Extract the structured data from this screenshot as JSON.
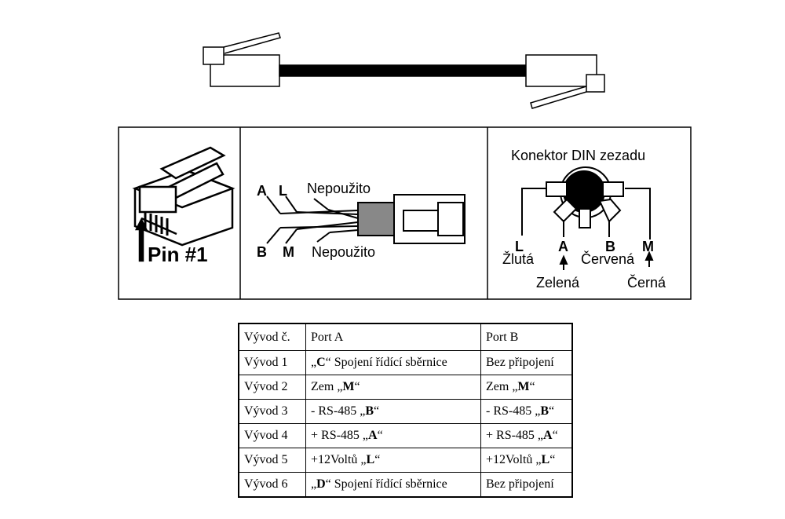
{
  "middle_panel": {
    "wire_labels": {
      "a": "A",
      "l": "L",
      "b": "B",
      "m": "M"
    },
    "unused_top": "Nepoužito",
    "unused_bottom": "Nepoužito"
  },
  "left_panel": {
    "pin_label": "Pin #1"
  },
  "right_panel": {
    "title": "Konektor DIN zezadu",
    "pins": {
      "l": {
        "letter": "L",
        "color": "Žlutá"
      },
      "a": {
        "letter": "A",
        "color": "Zelená"
      },
      "b": {
        "letter": "B",
        "color": "Červená"
      },
      "m": {
        "letter": "M",
        "color": "Černá"
      }
    }
  },
  "table": {
    "headers": [
      "Vývod č.",
      "Port A",
      "Port B"
    ],
    "rows": [
      {
        "pin": "Vývod 1",
        "a_pre": "„",
        "a_bold": "C",
        "a_post": "“ Spojení řídící sběrnice",
        "b_pre": "Bez připojení",
        "b_bold": "",
        "b_post": ""
      },
      {
        "pin": "Vývod 2",
        "a_pre": "Zem „",
        "a_bold": "M",
        "a_post": "“",
        "b_pre": "Zem „",
        "b_bold": "M",
        "b_post": "“"
      },
      {
        "pin": "Vývod 3",
        "a_pre": "- RS-485 „",
        "a_bold": "B",
        "a_post": "“",
        "b_pre": "- RS-485 „",
        "b_bold": "B",
        "b_post": "“"
      },
      {
        "pin": "Vývod 4",
        "a_pre": "+ RS-485 „",
        "a_bold": "A",
        "a_post": "“",
        "b_pre": "+ RS-485 „",
        "b_bold": "A",
        "b_post": "“"
      },
      {
        "pin": "Vývod 5",
        "a_pre": "+12Voltů „",
        "a_bold": "L",
        "a_post": "“",
        "b_pre": "+12Voltů „",
        "b_bold": "L",
        "b_post": "“"
      },
      {
        "pin": "Vývod 6",
        "a_pre": "„",
        "a_bold": "D",
        "a_post": "“ Spojení řídící sběrnice",
        "b_pre": "Bez připojení",
        "b_bold": "",
        "b_post": ""
      }
    ]
  }
}
